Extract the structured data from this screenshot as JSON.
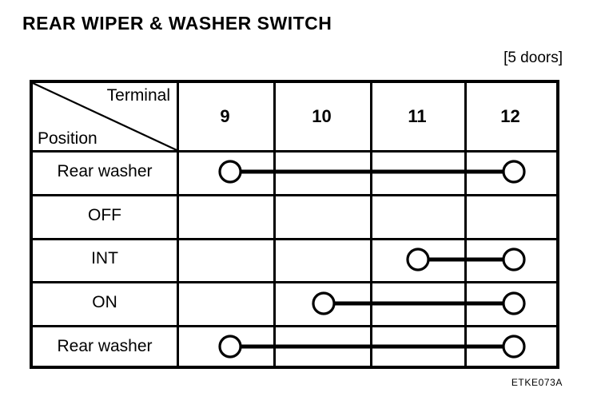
{
  "page": {
    "title": "REAR WIPER & WASHER SWITCH",
    "variant_note": "[5 doors]",
    "figure_caption": "ETKE073A"
  },
  "table": {
    "corner": {
      "terminal_label": "Terminal",
      "position_label": "Position",
      "diagonal": true
    },
    "columns": [
      {
        "id": "t9",
        "label": "9"
      },
      {
        "id": "t10",
        "label": "10"
      },
      {
        "id": "t11",
        "label": "11"
      },
      {
        "id": "t12",
        "label": "12"
      }
    ],
    "rows": [
      {
        "id": "rear-washer-top",
        "label": "Rear washer",
        "connected": [
          "t9",
          "t12"
        ]
      },
      {
        "id": "off",
        "label": "OFF",
        "connected": []
      },
      {
        "id": "int",
        "label": "INT",
        "connected": [
          "t11",
          "t12"
        ]
      },
      {
        "id": "on",
        "label": "ON",
        "connected": [
          "t10",
          "t12"
        ]
      },
      {
        "id": "rear-washer-bottom",
        "label": "Rear washer",
        "connected": [
          "t9",
          "t12"
        ]
      }
    ]
  },
  "colors": {
    "ink": "#000000",
    "paper": "#ffffff"
  }
}
